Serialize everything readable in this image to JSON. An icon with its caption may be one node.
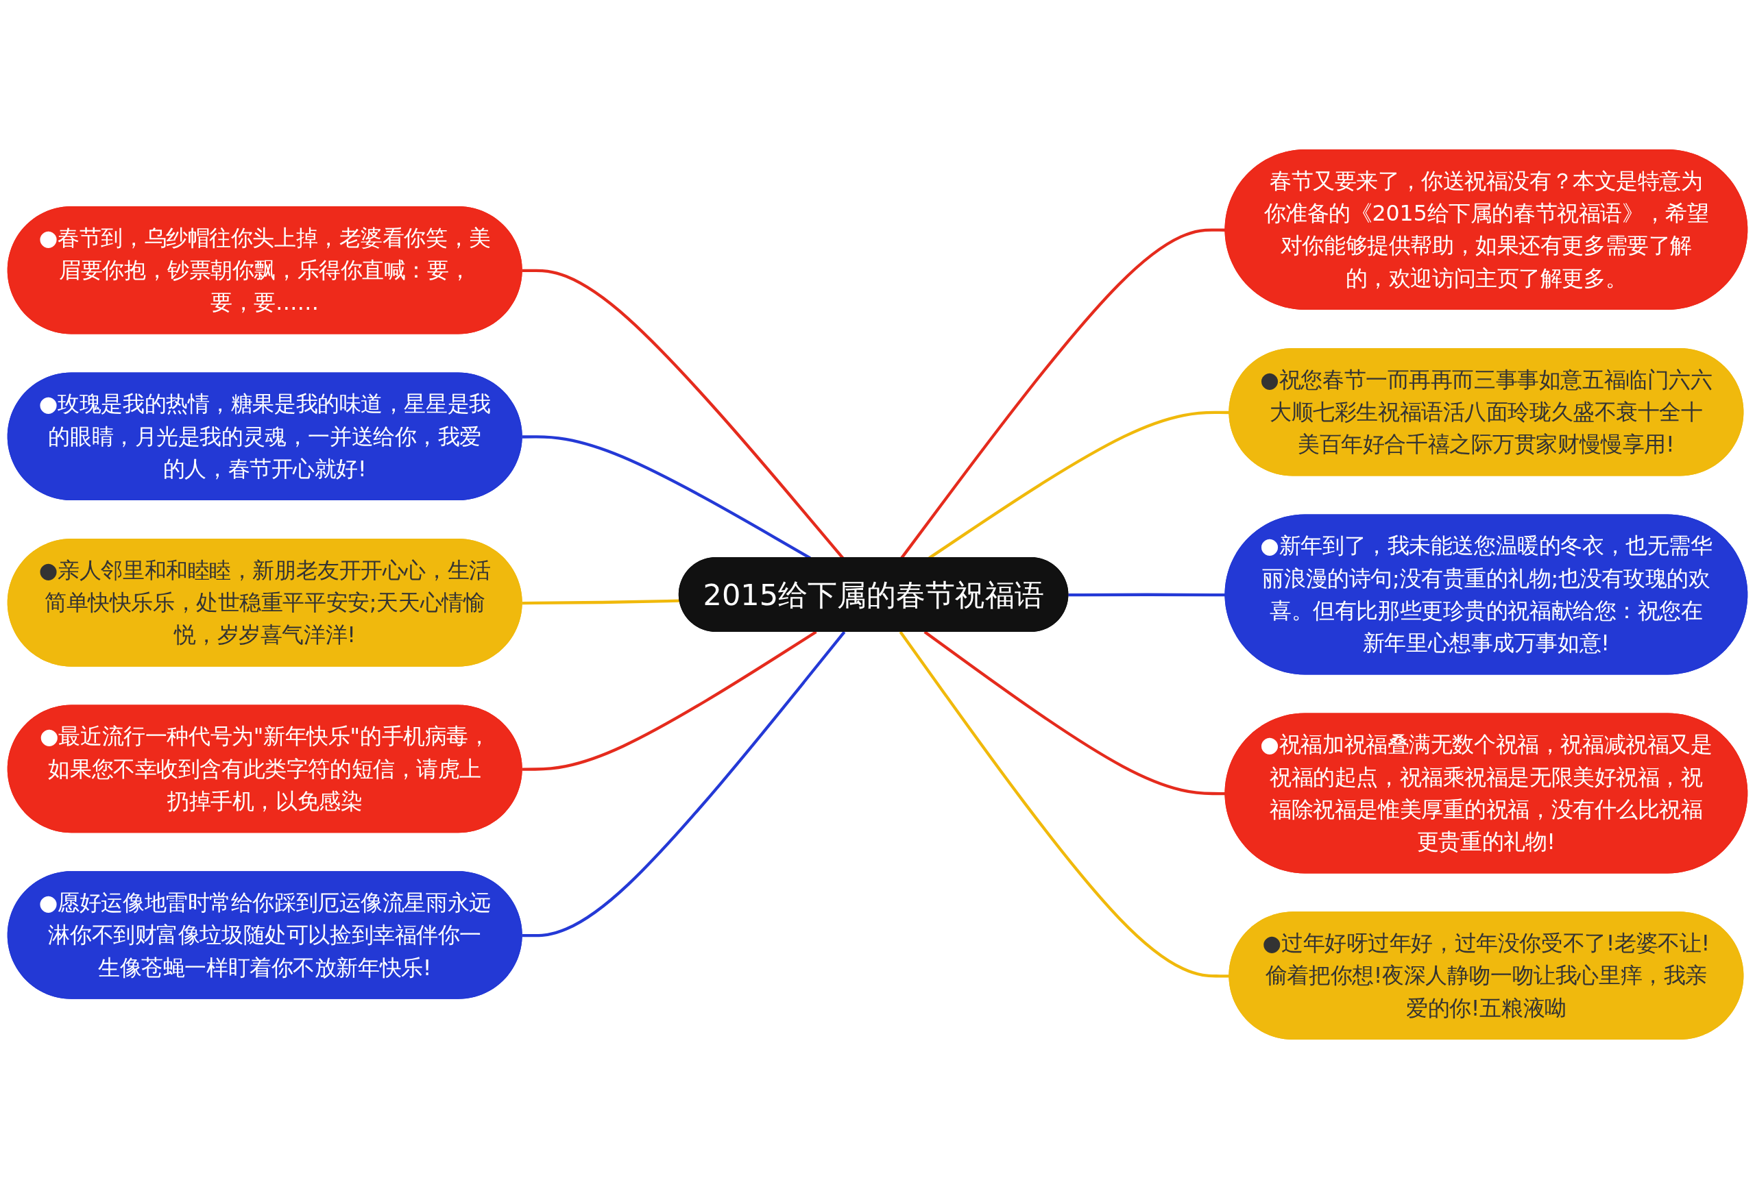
{
  "diagram": {
    "nodes": [
      {
        "text": [
          "2015给下属的春节祝福语"
        ]
      },
      {
        "text": [
          "●春节到，乌纱帽往你头上掉，老婆看你笑，美眉要你抱，钞票朝你飘，乐得你直喊：要，要，要……"
        ]
      },
      {
        "text": [
          "●玫瑰是我的热情，糖果是我的味道，星星是我的眼睛，月光是我的灵魂，一并送给你，我爱的人，春节开心就好!"
        ]
      },
      {
        "text": [
          "●亲人邻里和和睦睦，新朋老友开开心心，生活简单快快乐乐，处世稳重平平安安;天天心情愉悦，岁岁喜气洋洋!"
        ]
      },
      {
        "text": [
          "●最近流行一种代号为\"新年快乐\"的手机病毒，如果您不幸收到含有此类字符的短信，请虎上扔掉手机，以免感染"
        ]
      },
      {
        "text": [
          "●愿好运像地雷时常给你踩到厄运像流星雨永远淋你不到财富像垃圾随处可以捡到幸福伴你一生像苍蝇一样盯着你不放新年快乐!"
        ]
      },
      {
        "text": [
          "春节又要来了，你送祝福没有？本文是特意为你准备的《2015给下属的春节祝福语》，希望对你能够提供帮助，如果还有更多需要了解的，欢迎访问主页了解更多。"
        ]
      },
      {
        "text": [
          "●祝您春节一而再再而三事事如意五福临门六六大顺七彩生祝福语活八面玲珑久盛不衰十全十美百年好合千禧之际万贯家财慢慢享用!"
        ]
      },
      {
        "text": [
          "●新年到了，我未能送您温暖的冬衣，也无需华丽浪漫的诗句;没有贵重的礼物;也没有玫瑰的欢喜。但有比那些更珍贵的祝福献给您：祝您在新年里心想事成万事如意!"
        ]
      },
      {
        "text": [
          "●祝福加祝福叠满无数个祝福，祝福减祝福又是祝福的起点，祝福乘祝福是无限美好祝福，祝福除祝福是惟美厚重的祝福，没有什么比祝福更贵重的礼物!"
        ]
      },
      {
        "text": [
          "●过年好呀过年好，过年没你受不了!老婆不让!偷着把你想!夜深人静吻一吻让我心里痒，我亲爱的你!五粮液呦"
        ]
      }
    ],
    "edges": [
      {
        "from": 0,
        "to": 1,
        "arrow": "none"
      },
      {
        "from": 0,
        "to": 2,
        "arrow": "none",
        "color": "#2439d6"
      },
      {
        "from": 0,
        "to": 3,
        "arrow": "none",
        "color": "#f0b90b"
      },
      {
        "from": 0,
        "to": 4,
        "arrow": "none"
      },
      {
        "from": 0,
        "to": 5,
        "arrow": "none",
        "color": "#2439d6"
      },
      {
        "from": 0,
        "to": 6,
        "arrow": "none"
      },
      {
        "from": 0,
        "to": 7,
        "arrow": "none",
        "color": "#f0b90b"
      },
      {
        "from": 0,
        "to": 8,
        "arrow": "none",
        "color": "#2439d6"
      },
      {
        "from": 0,
        "to": 9,
        "arrow": "none"
      },
      {
        "from": 0,
        "to": 10,
        "arrow": "none",
        "color": "#f0b90b"
      }
    ]
  }
}
